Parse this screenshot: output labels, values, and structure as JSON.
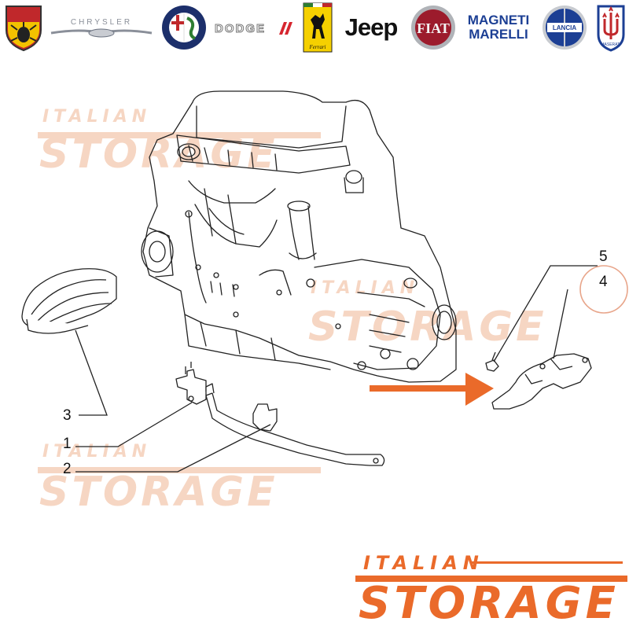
{
  "brands": [
    {
      "icon": "abarth-logo-icon",
      "label": "ABARTH"
    },
    {
      "icon": "chrysler-logo-icon",
      "label": "CHRYSLER"
    },
    {
      "icon": "alfa-romeo-logo-icon",
      "label": "ALFA ROMEO"
    },
    {
      "icon": "dodge-logo-icon",
      "label": "DODGE"
    },
    {
      "icon": "ferrari-logo-icon",
      "label": "Ferrari"
    },
    {
      "icon": "jeep-logo-icon",
      "label": "Jeep"
    },
    {
      "icon": "fiat-logo-icon",
      "label": "FIAT"
    },
    {
      "icon": "magneti-marelli-logo-icon",
      "label": "MAGNETI MARELLI"
    },
    {
      "icon": "lancia-logo-icon",
      "label": "LANCIA"
    },
    {
      "icon": "maserati-logo-icon",
      "label": "MASERATI"
    }
  ],
  "callouts": [
    "1",
    "2",
    "3",
    "4",
    "5"
  ],
  "watermark": {
    "top": "ITALIAN",
    "bottom": "STORAGE"
  },
  "logo": {
    "top": "ITALIAN",
    "bottom": "STORAGE"
  },
  "colors": {
    "accent": "#ea6a2a",
    "watermark": "#f6d6c3",
    "highlight_circle": "#e8a58a",
    "line_art": "#222222"
  }
}
